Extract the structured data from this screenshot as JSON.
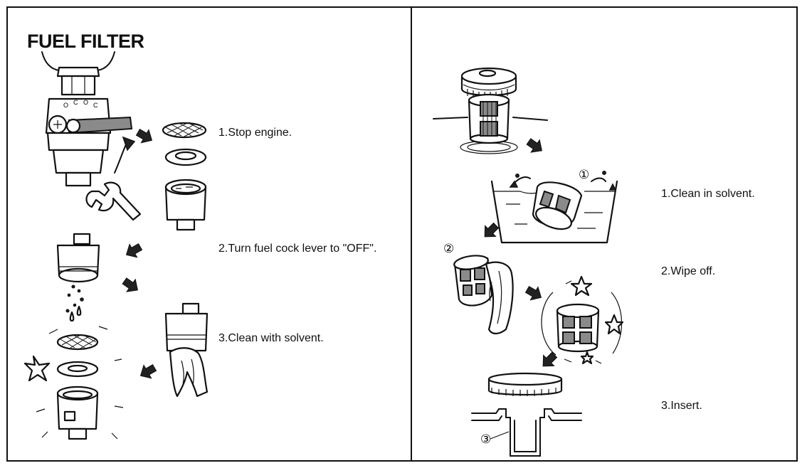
{
  "title": "FUEL FILTER",
  "left_steps": [
    {
      "text": "1.Stop engine."
    },
    {
      "text": "2.Turn fuel cock lever to \"OFF\"."
    },
    {
      "text": "3.Clean with solvent."
    }
  ],
  "right_steps": [
    {
      "text": "1.Clean in solvent."
    },
    {
      "text": "2.Wipe off."
    },
    {
      "text": "3.Insert."
    }
  ],
  "callouts": [
    "①",
    "②",
    "③"
  ],
  "valve_letters": [
    "O",
    "C",
    "O",
    "C"
  ]
}
